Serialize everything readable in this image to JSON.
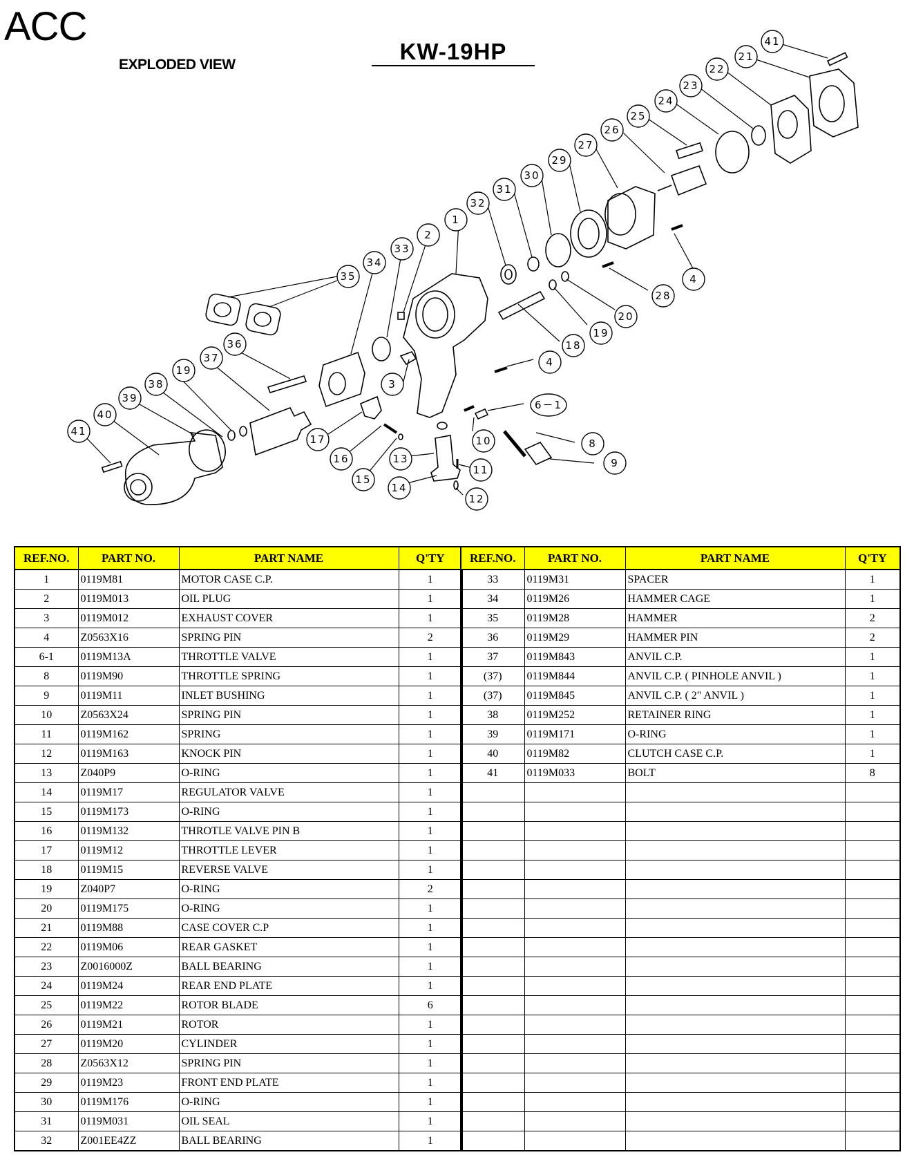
{
  "brand": "ACC",
  "view_label": "EXPLODED VIEW",
  "model": "KW-19HP",
  "columns": {
    "ref": "REF.NO.",
    "part_no": "PART NO.",
    "part_name": "PART NAME",
    "qty": "Q'TY"
  },
  "callouts": [
    "41",
    "21",
    "22",
    "23",
    "24",
    "25",
    "26",
    "27",
    "29",
    "30",
    "31",
    "32",
    "1",
    "2",
    "33",
    "34",
    "35",
    "36",
    "37",
    "19",
    "38",
    "39",
    "40",
    "41",
    "4",
    "28",
    "20",
    "19",
    "18",
    "4",
    "3",
    "6－1",
    "8",
    "9",
    "10",
    "11",
    "12",
    "13",
    "14",
    "15",
    "16",
    "17"
  ],
  "parts_left": [
    {
      "ref": "1",
      "part_no": "0119M81",
      "part_name": "MOTOR CASE C.P.",
      "qty": "1"
    },
    {
      "ref": "2",
      "part_no": "0119M013",
      "part_name": "OIL PLUG",
      "qty": "1"
    },
    {
      "ref": "3",
      "part_no": "0119M012",
      "part_name": "EXHAUST COVER",
      "qty": "1"
    },
    {
      "ref": "4",
      "part_no": "Z0563X16",
      "part_name": "SPRING PIN",
      "qty": "2"
    },
    {
      "ref": "6-1",
      "part_no": "0119M13A",
      "part_name": "THROTTLE VALVE",
      "qty": "1"
    },
    {
      "ref": "8",
      "part_no": "0119M90",
      "part_name": "THROTTLE SPRING",
      "qty": "1"
    },
    {
      "ref": "9",
      "part_no": "0119M11",
      "part_name": "INLET BUSHING",
      "qty": "1"
    },
    {
      "ref": "10",
      "part_no": "Z0563X24",
      "part_name": "SPRING PIN",
      "qty": "1"
    },
    {
      "ref": "11",
      "part_no": "0119M162",
      "part_name": "SPRING",
      "qty": "1"
    },
    {
      "ref": "12",
      "part_no": "0119M163",
      "part_name": "KNOCK PIN",
      "qty": "1"
    },
    {
      "ref": "13",
      "part_no": "Z040P9",
      "part_name": "O-RING",
      "qty": "1"
    },
    {
      "ref": "14",
      "part_no": "0119M17",
      "part_name": "REGULATOR VALVE",
      "qty": "1"
    },
    {
      "ref": "15",
      "part_no": "0119M173",
      "part_name": "O-RING",
      "qty": "1"
    },
    {
      "ref": "16",
      "part_no": "0119M132",
      "part_name": "THROTLE VALVE PIN B",
      "qty": "1"
    },
    {
      "ref": "17",
      "part_no": "0119M12",
      "part_name": "THROTTLE LEVER",
      "qty": "1"
    },
    {
      "ref": "18",
      "part_no": "0119M15",
      "part_name": "REVERSE VALVE",
      "qty": "1"
    },
    {
      "ref": "19",
      "part_no": "Z040P7",
      "part_name": "O-RING",
      "qty": "2"
    },
    {
      "ref": "20",
      "part_no": "0119M175",
      "part_name": "O-RING",
      "qty": "1"
    },
    {
      "ref": "21",
      "part_no": "0119M88",
      "part_name": "CASE COVER C.P",
      "qty": "1"
    },
    {
      "ref": "22",
      "part_no": "0119M06",
      "part_name": "REAR GASKET",
      "qty": "1"
    },
    {
      "ref": "23",
      "part_no": "Z0016000Z",
      "part_name": "BALL BEARING",
      "qty": "1"
    },
    {
      "ref": "24",
      "part_no": "0119M24",
      "part_name": "REAR END PLATE",
      "qty": "1"
    },
    {
      "ref": "25",
      "part_no": "0119M22",
      "part_name": "ROTOR BLADE",
      "qty": "6"
    },
    {
      "ref": "26",
      "part_no": "0119M21",
      "part_name": "ROTOR",
      "qty": "1"
    },
    {
      "ref": "27",
      "part_no": "0119M20",
      "part_name": "CYLINDER",
      "qty": "1"
    },
    {
      "ref": "28",
      "part_no": "Z0563X12",
      "part_name": "SPRING PIN",
      "qty": "1"
    },
    {
      "ref": "29",
      "part_no": "0119M23",
      "part_name": "FRONT END PLATE",
      "qty": "1"
    },
    {
      "ref": "30",
      "part_no": "0119M176",
      "part_name": "O-RING",
      "qty": "1"
    },
    {
      "ref": "31",
      "part_no": "0119M031",
      "part_name": "OIL SEAL",
      "qty": "1"
    },
    {
      "ref": "32",
      "part_no": "Z001EE4ZZ",
      "part_name": "BALL BEARING",
      "qty": "1"
    }
  ],
  "parts_right": [
    {
      "ref": "33",
      "part_no": "0119M31",
      "part_name": "SPACER",
      "qty": "1"
    },
    {
      "ref": "34",
      "part_no": "0119M26",
      "part_name": "HAMMER CAGE",
      "qty": "1"
    },
    {
      "ref": "35",
      "part_no": "0119M28",
      "part_name": "HAMMER",
      "qty": "2"
    },
    {
      "ref": "36",
      "part_no": "0119M29",
      "part_name": "HAMMER PIN",
      "qty": "2"
    },
    {
      "ref": "37",
      "part_no": "0119M843",
      "part_name": "ANVIL C.P.",
      "qty": "1"
    },
    {
      "ref": "(37)",
      "part_no": "0119M844",
      "part_name": "ANVIL C.P. ( PINHOLE ANVIL )",
      "qty": "1"
    },
    {
      "ref": "(37)",
      "part_no": "0119M845",
      "part_name": "ANVIL C.P. ( 2\" ANVIL )",
      "qty": "1"
    },
    {
      "ref": "38",
      "part_no": "0119M252",
      "part_name": "RETAINER RING",
      "qty": "1"
    },
    {
      "ref": "39",
      "part_no": "0119M171",
      "part_name": "O-RING",
      "qty": "1"
    },
    {
      "ref": "40",
      "part_no": "0119M82",
      "part_name": "CLUTCH CASE C.P.",
      "qty": "1"
    },
    {
      "ref": "41",
      "part_no": "0119M033",
      "part_name": "BOLT",
      "qty": "8"
    }
  ],
  "empty_rows_right": 19
}
